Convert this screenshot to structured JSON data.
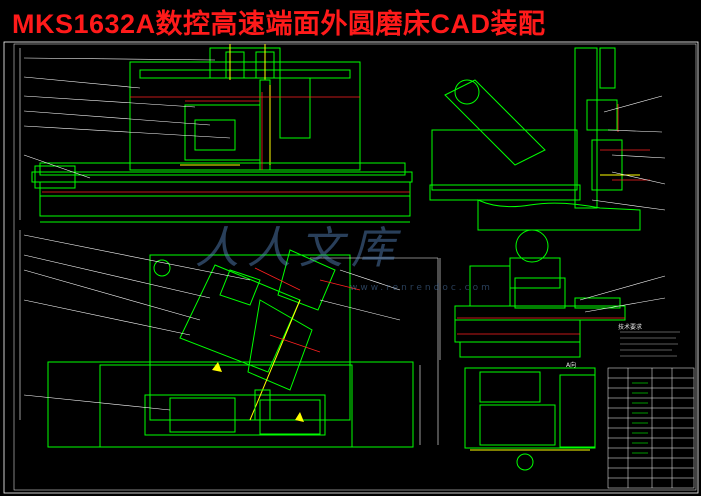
{
  "title": "MKS1632A数控高速端面外圆磨床CAD装配",
  "watermark": {
    "text": "人人文库",
    "url": "www.renrendoc.com"
  },
  "labels": {
    "notes_heading": "技术要求",
    "section_a": "A向"
  },
  "colors": {
    "background": "#000000",
    "line_primary": "#00ff00",
    "line_secondary": "#ffff00",
    "dimension": "#ff2020",
    "text": "#ffffff",
    "title": "#ff1a1a"
  }
}
